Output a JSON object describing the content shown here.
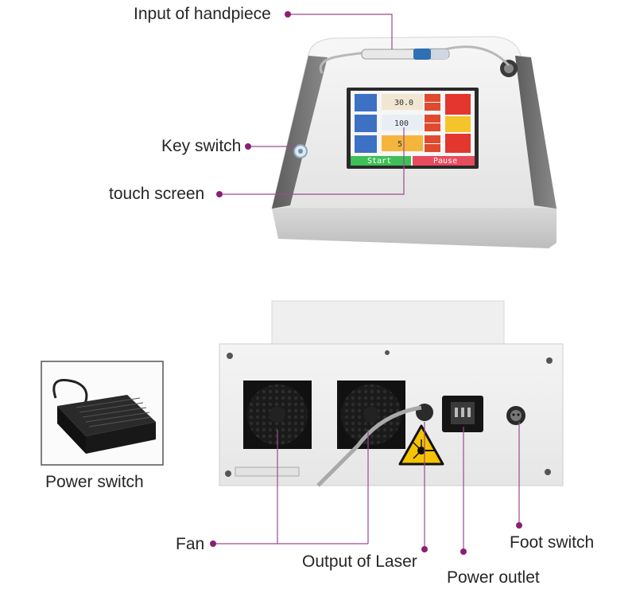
{
  "labels": {
    "input_of_handpiece": "Input of handpiece",
    "key_switch": "Key switch",
    "touch_screen": "touch screen",
    "power_switch": "Power switch",
    "fan": "Fan",
    "output_of_laser": "Output of Laser",
    "power_outlet": "Power outlet",
    "foot_switch": "Foot switch"
  },
  "screen": {
    "value_1": "30.0",
    "value_2": "100",
    "value_3": "5",
    "button_left": "Start",
    "button_right": "Pause"
  },
  "colors": {
    "leader_line": "#9b4b8e",
    "leader_dot": "#8b1f74",
    "warning_yellow": "#f5c400"
  }
}
